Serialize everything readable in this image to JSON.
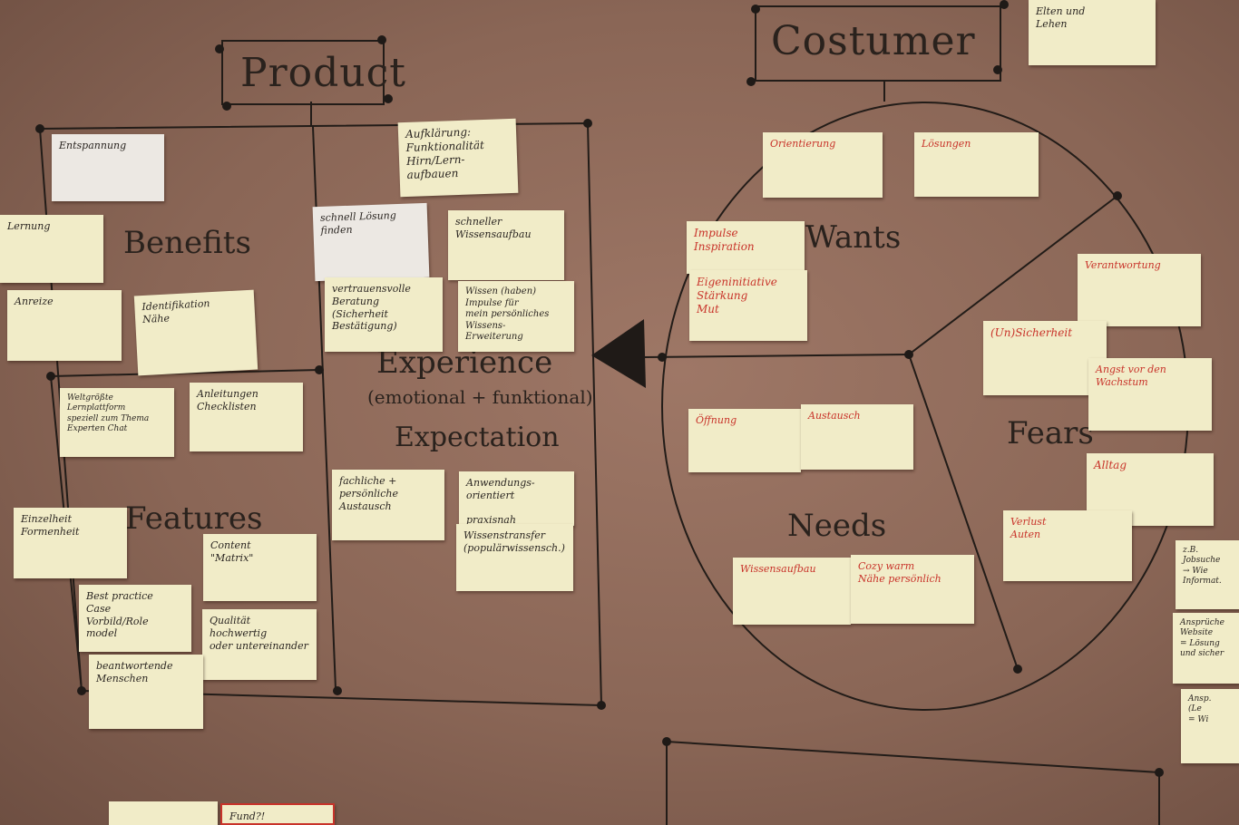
{
  "titles": {
    "product": "Product",
    "customer": "Costumer"
  },
  "product_sections": {
    "benefits": "Benefits",
    "features": "Features",
    "experience": "Experience",
    "experience_sub": "(emotional + funktional)",
    "expectation": "Expectation"
  },
  "customer_sections": {
    "wants": "Wants",
    "needs": "Needs",
    "fears": "Fears"
  },
  "notes": {
    "top_right": "Elten und\nLehen",
    "entspannung": "Entspannung",
    "lernen": "Lernung",
    "anreize": "Anreize",
    "identifikation": "Identifikation\nNähe",
    "aufklaerung": "Aufklärung:\nFunktionalität\nHirn/Lern-\naufbauen",
    "schnelle_loesung": "schnell Lösung\nfinden",
    "schnelle_wissensaufbau": "schneller\nWissensaufbau",
    "vertrauen": "vertrauensvolle\nBeratung\n(Sicherheit\nBestätigung)",
    "wissen_haben": "Wissen (haben)\nImpulse für\nmein persönliches\nWissens-\nErweiterung",
    "weltgrosste": "Weltgrößte Lernplattform\nspeziell zum Thema\nExperten Chat",
    "anleitungen": "Anleitungen\nChecklisten",
    "einzelheit": "Einzelheit\nFormenheit",
    "content": "Content\n\"Matrix\"",
    "best_practice": "Best practice\nCase\nVorbild/Role\nmodel",
    "qualitaet": "Qualität\nhochwertig\noder untereinander",
    "beantworten": "beantwortende\nMenschen",
    "fachliche": "fachliche +\npersönliche\nAustausch",
    "anwendung": "Anwendungs-\norientiert\n\npraxisnah",
    "wissenstransfer": "Wissenstransfer\n(populärwissensch.)",
    "orientierung": "Orientierung",
    "loesungen": "Lösungen",
    "impulse": "Impulse\nInspiration",
    "eigeninitiative": "Eigeninitiative\nStärkung\nMut",
    "oeffnung": "Öffnung",
    "austausch": "Austausch",
    "wissensaufbau": "Wissensaufbau",
    "cozy": "Cozy warm\nNähe persönlich",
    "verantwortung": "Verantwortung",
    "unsicherheit": "(Un)Sicherheit",
    "angst": "Angst vor den\nWachstum",
    "alltag": "Alltag",
    "verlust": "Verlust\nAuten",
    "right_1": "z.B. Jobsuche\n→ Wie\nInformat.",
    "right_2": "Ansprüche\nWebsite\n= Lösung\nund sicher",
    "right_3": "Ansp.\n(Le\n= Wi",
    "bottom_1": "Fund?!"
  }
}
